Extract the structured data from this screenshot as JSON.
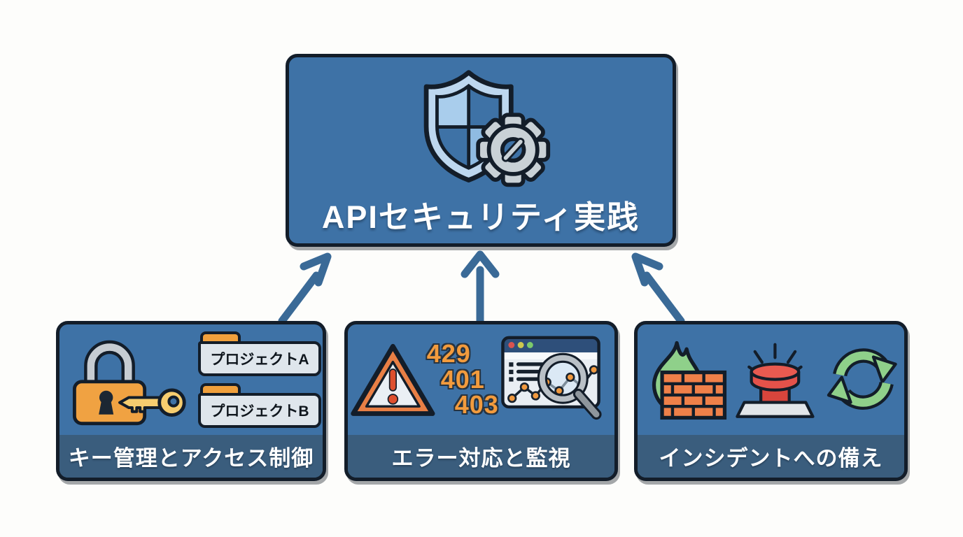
{
  "diagram": {
    "root": {
      "label": "APIセキュリティ実践",
      "icon": "shield-gear-icon"
    },
    "nodes": [
      {
        "label": "キー管理とアクセス制御",
        "icons": [
          "padlock-key-icon",
          "folder-icon"
        ],
        "folders": [
          "プロジェクトA",
          "プロジェクトB"
        ]
      },
      {
        "label": "エラー対応と監視",
        "icons": [
          "warning-triangle-icon",
          "monitoring-window-icon",
          "magnifier-icon"
        ],
        "error_codes": [
          "429",
          "401",
          "403"
        ]
      },
      {
        "label": "インシデントへの備え",
        "icons": [
          "firewall-icon",
          "emergency-button-icon",
          "recovery-cycle-icon"
        ]
      }
    ],
    "colors": {
      "node_fill": "#3e72a6",
      "label_strip": "#3a5d7d",
      "outline": "#131d29",
      "arrow": "#3a6a97",
      "code_orange": "#f29b3d",
      "icon_orange": "#f0a03c",
      "icon_green": "#8fd08a",
      "icon_red": "#e4524a",
      "background": "#fdfdfb"
    }
  }
}
